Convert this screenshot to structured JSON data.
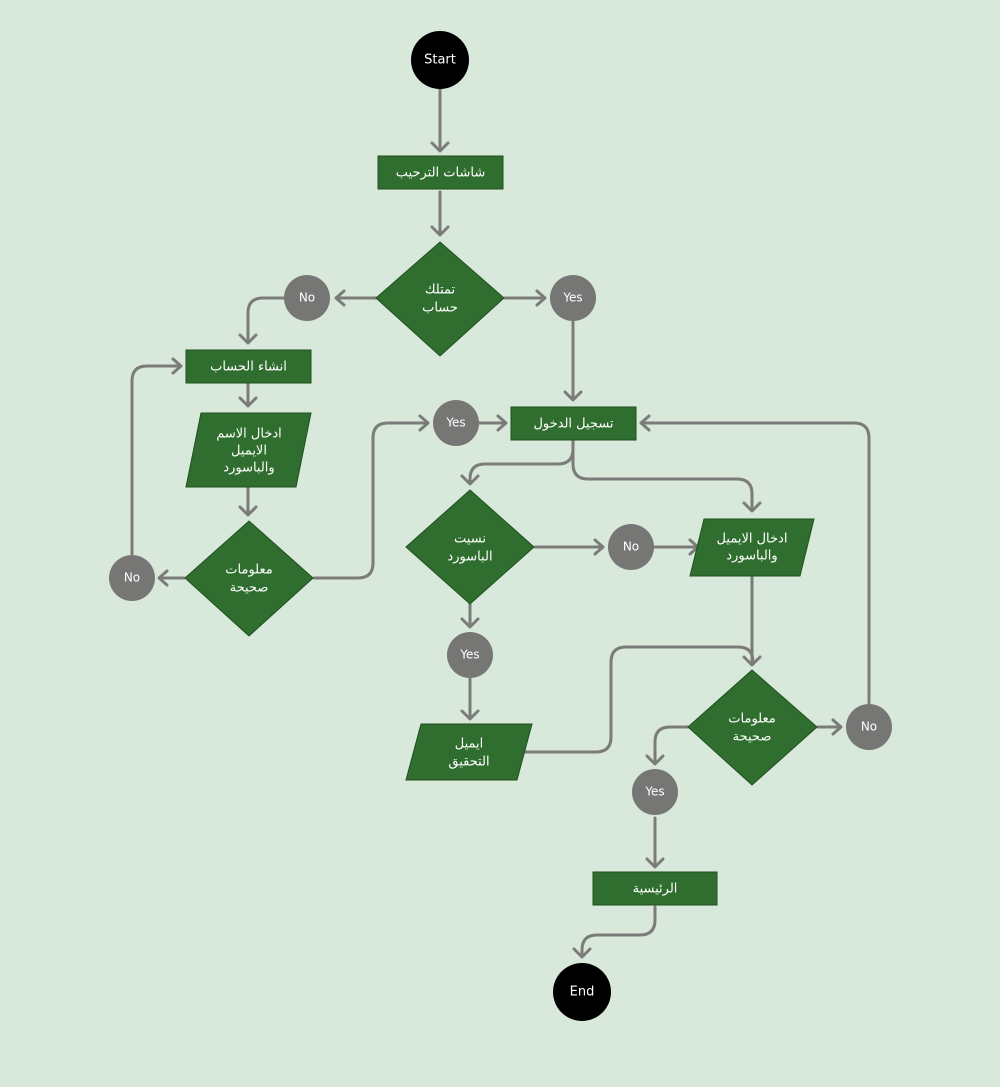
{
  "colors": {
    "background": "#d8e8da",
    "process_fill": "#2f6e2f",
    "process_stroke": "#21501f",
    "label_circle_fill": "#767774",
    "terminal_fill": "#000000",
    "edge": "#7b7c79",
    "text": "#ffffff"
  },
  "nodes": {
    "start": "Start",
    "end": "End",
    "onboarding": "شاشات الترحيب",
    "has_account": [
      "تمتلك",
      "حساب"
    ],
    "create_account": "انشاء الحساب",
    "enter_name_email_password": [
      "ادخال الاسم",
      "الايميل",
      "والباسورد"
    ],
    "valid_info_left": [
      "معلومات",
      "صحيحة"
    ],
    "login": "تسجيل الدخول",
    "forgot_password": [
      "نسيت",
      "الباسورد"
    ],
    "enter_email_password": [
      "ادخال الايميل",
      "والباسورد"
    ],
    "verification_email": [
      "ايميل",
      "التحقيق"
    ],
    "valid_info_right": [
      "معلومات",
      "صحيحة"
    ],
    "home": "الرئيسية"
  },
  "labels": {
    "no_top": "No",
    "yes_top": "Yes",
    "yes_left": "Yes",
    "no_left": "No",
    "no_forgot": "No",
    "yes_forgot": "Yes",
    "no_right": "No",
    "yes_right": "Yes"
  }
}
